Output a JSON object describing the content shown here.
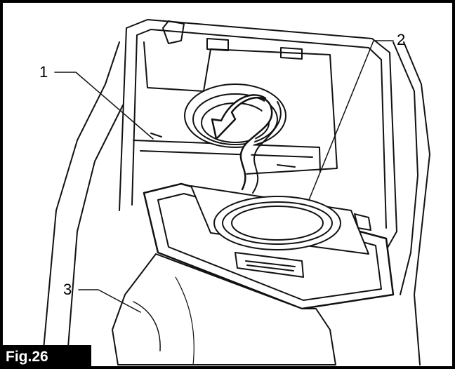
{
  "figure": {
    "label": "Fig.26",
    "callouts": [
      {
        "id": "1",
        "text": "1"
      },
      {
        "id": "2",
        "text": "2"
      },
      {
        "id": "3",
        "text": "3"
      }
    ]
  },
  "colors": {
    "line": "#111111",
    "fill": "#ffffff",
    "shade": "#e6e6e6",
    "label_bg": "#000000",
    "label_text": "#ffffff"
  }
}
